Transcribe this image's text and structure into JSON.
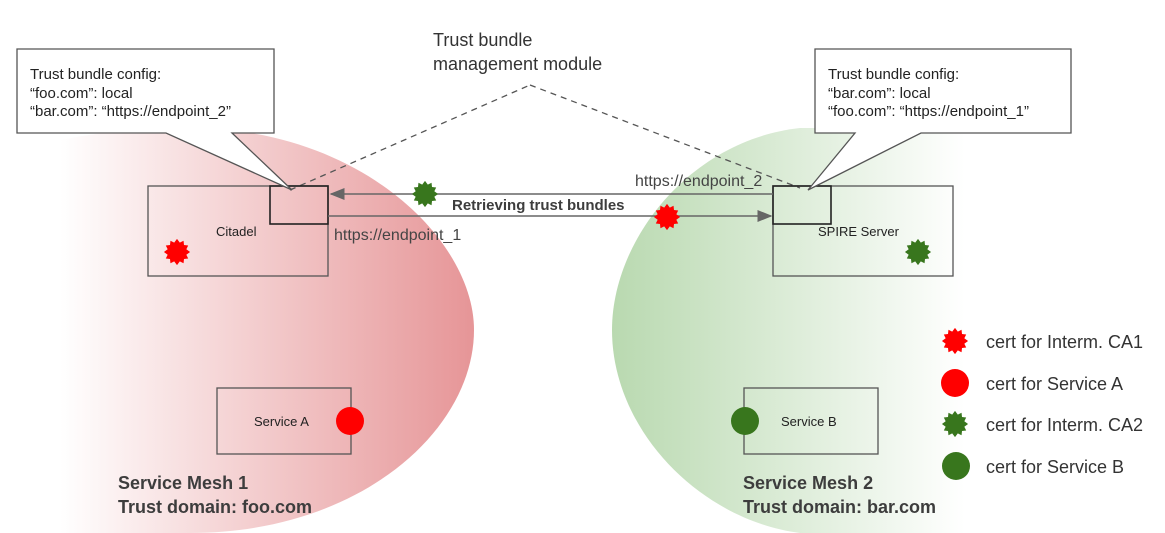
{
  "module_label": {
    "line1": "Trust bundle",
    "line2": "management module"
  },
  "left": {
    "callout": {
      "title": "Trust bundle config:",
      "line1": "“foo.com”: local",
      "line2": "“bar.com”: “https://endpoint_2”"
    },
    "server_label": "Citadel",
    "endpoint_label": "https://endpoint_1",
    "service_label": "Service A",
    "mesh_name": "Service Mesh 1",
    "trust_domain": "Trust domain: foo.com",
    "color": "#e69597"
  },
  "right": {
    "callout": {
      "title": "Trust bundle config:",
      "line1": "“bar.com”: local",
      "line2": "“foo.com”: “https://endpoint_1”"
    },
    "server_label": "SPIRE Server",
    "endpoint_label": "https://endpoint_2",
    "service_label": "Service B",
    "mesh_name": "Service Mesh 2",
    "trust_domain": "Trust domain: bar.com",
    "color": "#b9d9b0"
  },
  "flow_label": "Retrieving trust bundles",
  "legend": [
    {
      "icon": "starburst-red-icon",
      "label": "cert for Interm. CA1",
      "color": "#ff0000"
    },
    {
      "icon": "circle-red-icon",
      "label": "cert for Service A",
      "color": "#ff0000"
    },
    {
      "icon": "starburst-green-icon",
      "label": "cert for Interm. CA2",
      "color": "#38761d"
    },
    {
      "icon": "circle-green-icon",
      "label": "cert for Service B",
      "color": "#38761d"
    }
  ]
}
